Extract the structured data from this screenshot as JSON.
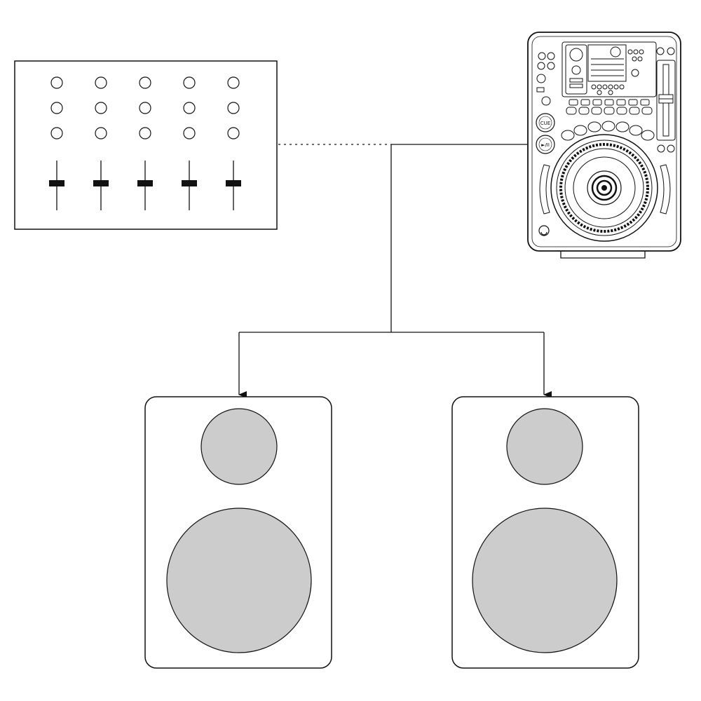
{
  "diagram": {
    "type": "audio-connection-diagram",
    "nodes": [
      {
        "id": "mixer",
        "icon": "mixer-icon",
        "channels": 5,
        "knobs_per_channel": 3,
        "faders": 5
      },
      {
        "id": "cd-player",
        "icon": "dj-cd-player-icon",
        "labels": {
          "cue": "CUE",
          "play_pause": "►/II"
        }
      },
      {
        "id": "speaker-left",
        "icon": "speaker-icon"
      },
      {
        "id": "speaker-right",
        "icon": "speaker-icon"
      }
    ],
    "edges": [
      {
        "from": "mixer",
        "to": "junction",
        "style": "dotted"
      },
      {
        "from": "cd-player",
        "to": "junction",
        "style": "solid"
      },
      {
        "from": "junction",
        "to": "speaker-left",
        "style": "solid",
        "arrow": true
      },
      {
        "from": "junction",
        "to": "speaker-right",
        "style": "solid",
        "arrow": true
      }
    ],
    "colors": {
      "stroke": "#111111",
      "cone": "#cccccc",
      "background": "#ffffff"
    }
  }
}
